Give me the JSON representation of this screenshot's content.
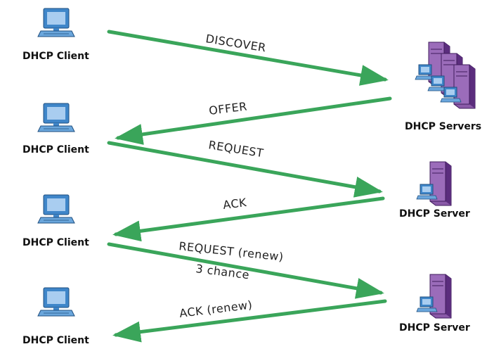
{
  "nodes": {
    "client_label": "DHCP Client",
    "servers_label": "DHCP Servers",
    "server_label": "DHCP Server"
  },
  "messages": {
    "discover": "DISCOVER",
    "offer": "OFFER",
    "request": "REQUEST",
    "ack": "ACK",
    "request_renew": "REQUEST (renew)",
    "chance": "3 chance",
    "ack_renew": "ACK (renew)"
  },
  "colors": {
    "arrow": "#3aa55a",
    "monitor": "#3f86c9",
    "monitor_light": "#a9cdf0",
    "server": "#8a5aa8",
    "server_dark": "#5b2d7d"
  },
  "icons": [
    "computer-icon",
    "server-icon"
  ]
}
